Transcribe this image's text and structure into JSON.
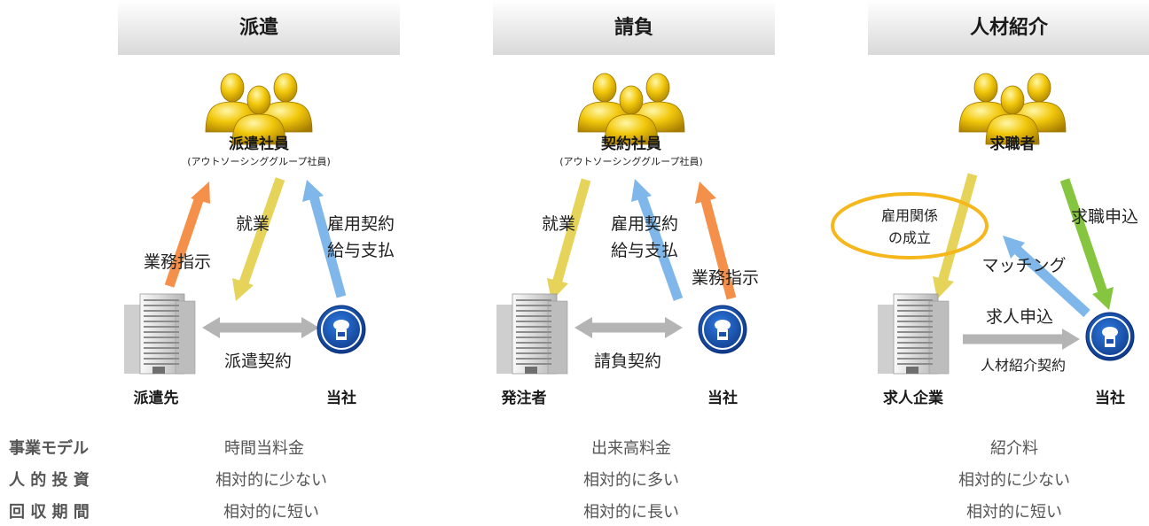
{
  "columns": [
    {
      "header": "派遣",
      "people": "派遣社員",
      "people_sub": "(アウトソーシンググループ社員)",
      "left": "派遣先",
      "right": "当社",
      "arrow_labels": [
        "業務指示",
        "就業",
        "雇用契約",
        "給与支払"
      ],
      "contract": "派遣契約"
    },
    {
      "header": "請負",
      "people": "契約社員",
      "people_sub": "(アウトソーシンググループ社員)",
      "left": "発注者",
      "right": "当社",
      "arrow_labels": [
        "就業",
        "雇用契約",
        "給与支払",
        "業務指示"
      ],
      "contract": "請負契約"
    },
    {
      "header": "人材紹介",
      "people": "求職者",
      "left": "求人企業",
      "right": "当社",
      "ellipse": [
        "雇用関係",
        "の成立"
      ],
      "arrow_labels": [
        "求職申込",
        "マッチング",
        "求人申込"
      ],
      "contract": "人材紹介契約"
    }
  ],
  "rows": [
    {
      "label": "事業モデル",
      "values": [
        "時間当料金",
        "出来高料金",
        "紹介料"
      ]
    },
    {
      "label": "人 的 投 資",
      "values": [
        "相対的に少ない",
        "相対的に多い",
        "相対的に少ない"
      ]
    },
    {
      "label": "回 収 期 間",
      "values": [
        "相対的に短い",
        "相対的に長い",
        "相対的に短い"
      ]
    }
  ],
  "colors": {
    "orange": "#f4904a",
    "yellow": "#e6d35a",
    "blue": "#7fb7ea",
    "green": "#86c540",
    "gray": "#b4b4b4",
    "ellipse": "#f5b71c"
  },
  "icons": [
    "people-group-icon",
    "office-building-icon",
    "company-logo-icon"
  ]
}
